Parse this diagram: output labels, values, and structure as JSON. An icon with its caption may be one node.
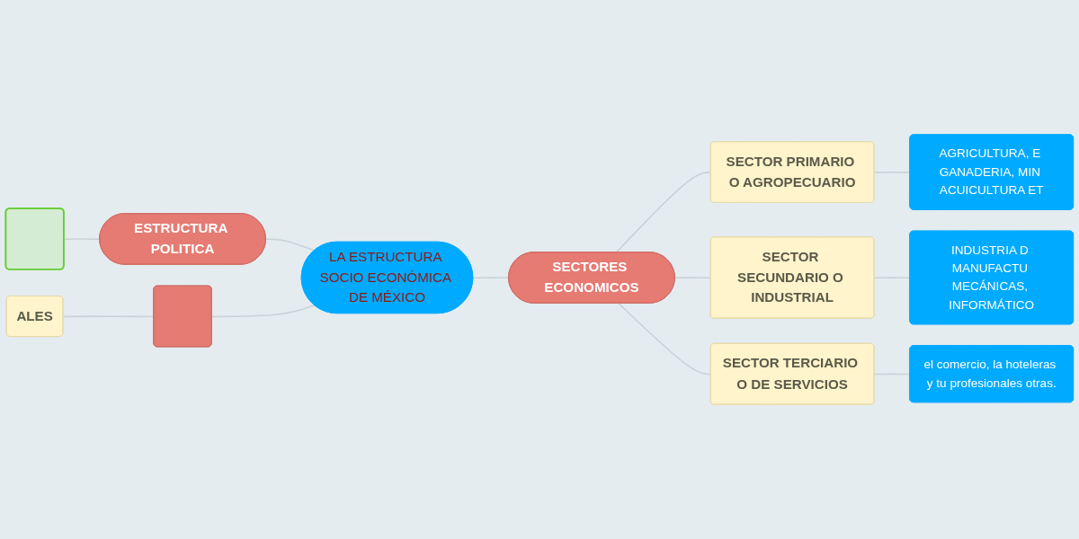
{
  "diagram": {
    "nodes": [
      {
        "text": [
          "LA ESTRUCTURA SOCIO ECONÓMICA DE MÉXICO"
        ]
      },
      {
        "text": [
          "SECTORES ECONOMICOS"
        ]
      },
      {
        "text": [
          "SECTOR PRIMARIO O AGROPECUARIO"
        ]
      },
      {
        "text": [
          "AGRICULTURA, E GANADERIA, MIN ACUICULTURA ET"
        ]
      },
      {
        "text": [
          "SECTOR SECUNDARIO O INDUSTRIAL"
        ]
      },
      {
        "text": [
          "INDUSTRIA D MANUFACTU MECÁNICAS, INFORMÁTICO"
        ]
      },
      {
        "text": [
          "SECTOR TERCIARIO O DE SERVICIOS"
        ]
      },
      {
        "text": [
          "el comercio, la hoteleras y tu profesionales otras."
        ]
      },
      {
        "text": [
          "ESTRUCTURA POLITICA"
        ]
      },
      {
        "text": [],
        "shape": "box"
      },
      {
        "text": [
          "ALES"
        ]
      },
      {
        "text": [],
        "shape": "box"
      }
    ],
    "edges": [
      {
        "from": 0,
        "to": 1,
        "arrow": "none"
      },
      {
        "from": 1,
        "to": 2,
        "arrow": "none"
      },
      {
        "from": 2,
        "to": 3,
        "arrow": "none"
      },
      {
        "from": 1,
        "to": 4,
        "arrow": "none"
      },
      {
        "from": 4,
        "to": 5,
        "arrow": "none"
      },
      {
        "from": 1,
        "to": 6,
        "arrow": "none"
      },
      {
        "from": 6,
        "to": 7,
        "arrow": "none"
      },
      {
        "from": 0,
        "to": 8,
        "arrow": "none"
      },
      {
        "from": 8,
        "to": 9,
        "arrow": "none"
      },
      {
        "from": 0,
        "to": 11,
        "arrow": "none"
      },
      {
        "from": 11,
        "to": 10,
        "arrow": "none"
      }
    ]
  }
}
